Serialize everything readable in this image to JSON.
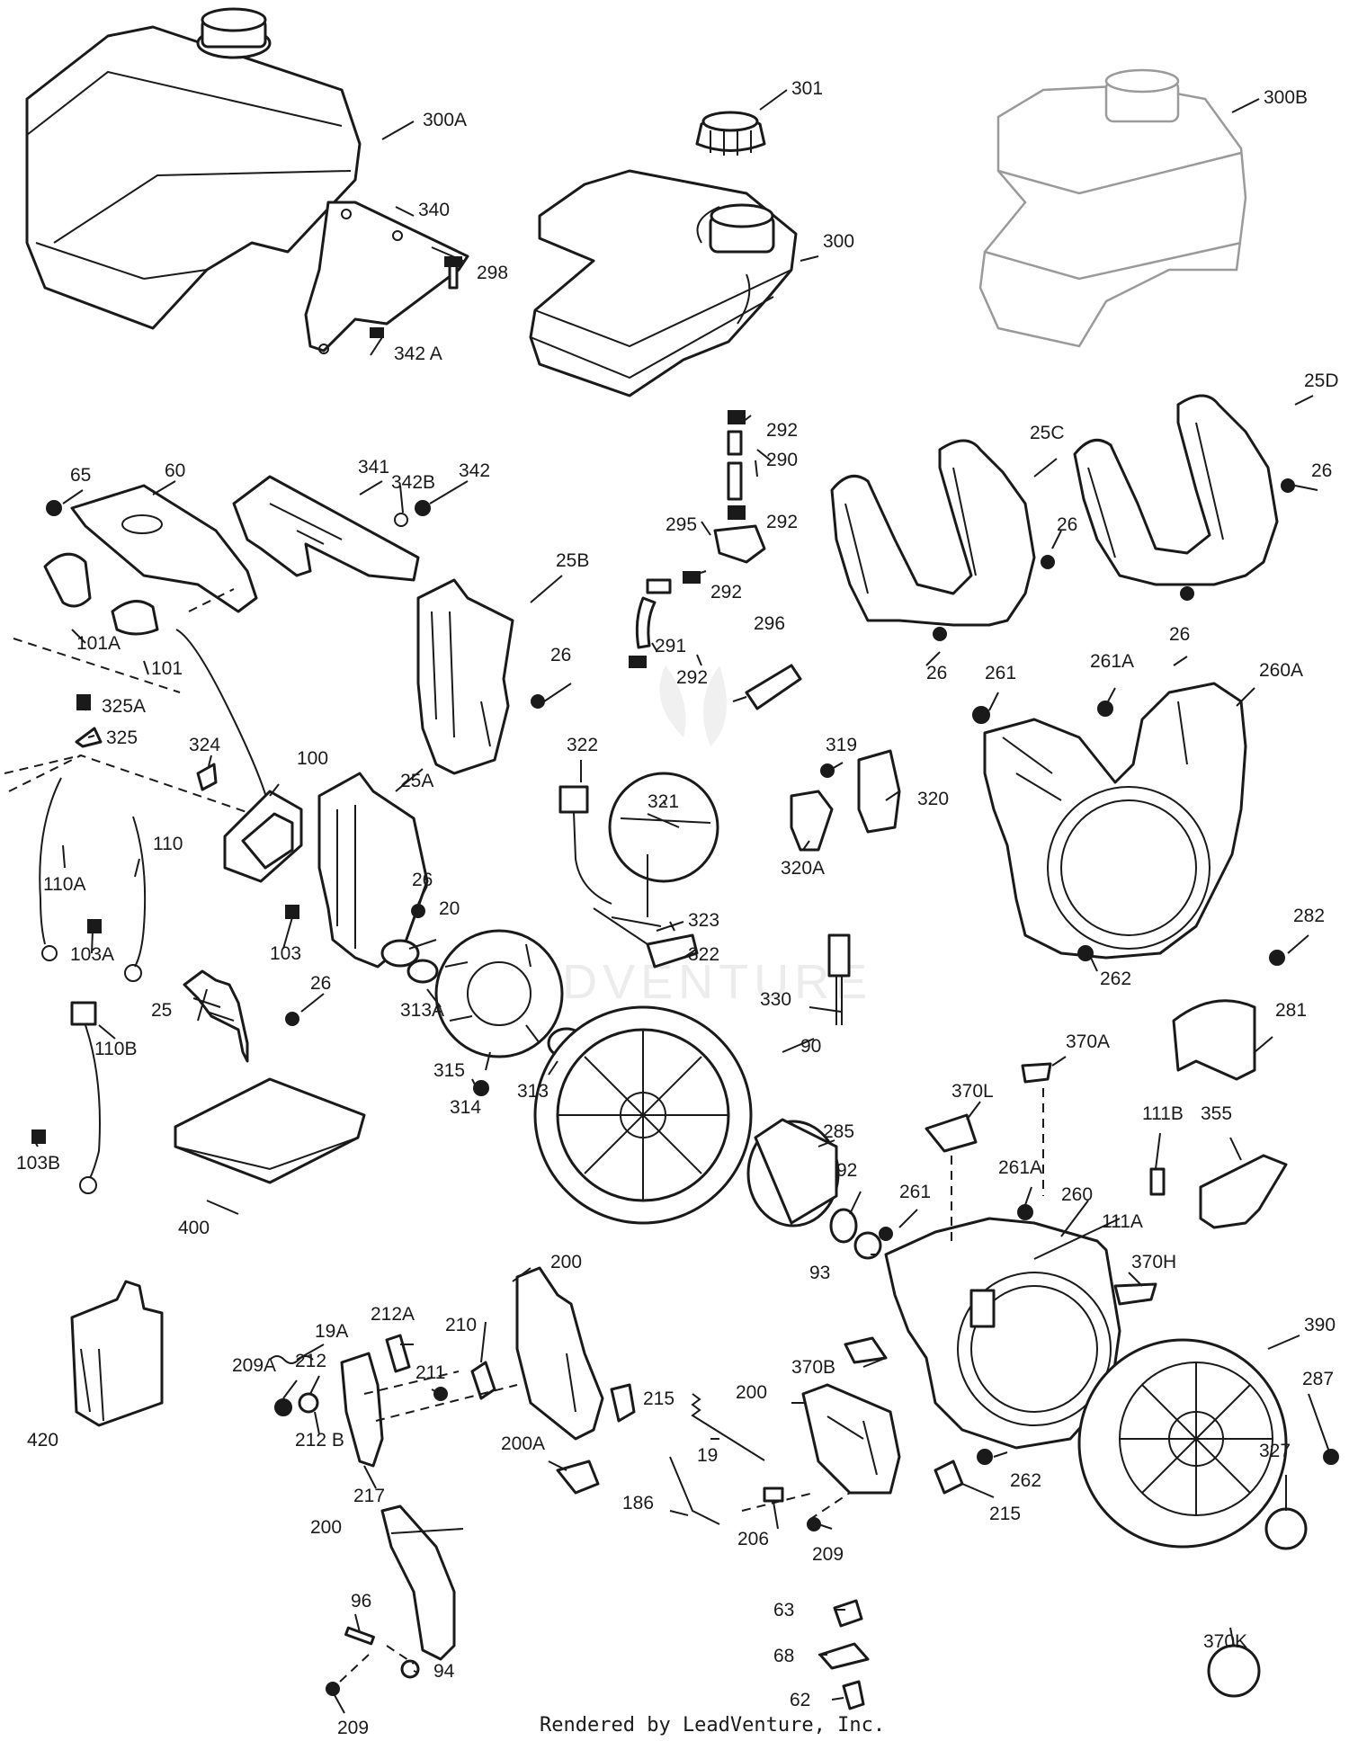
{
  "watermark": "LEADVENTURE",
  "footer": "Rendered by LeadVenture, Inc.",
  "parts": {
    "p300A": "300A",
    "p301": "301",
    "p300B": "300B",
    "p340": "340",
    "p298": "298",
    "p300": "300",
    "p342A": "342 A",
    "p25D": "25D",
    "p292a": "292",
    "p290": "290",
    "p65": "65",
    "p60": "60",
    "p341": "341",
    "p342B": "342B",
    "p342": "342",
    "p25C": "25C",
    "p26a": "26",
    "p26b": "26",
    "p292b": "292",
    "p295": "295",
    "p292c": "292",
    "p25B": "25B",
    "p101A": "101A",
    "p101": "101",
    "p291": "291",
    "p296": "296",
    "p26c": "26",
    "p26d": "26",
    "p292d": "292",
    "p26e": "26",
    "p325A": "325A",
    "p325": "325",
    "p324": "324",
    "p261": "261",
    "p261A": "261A",
    "p260A": "260A",
    "p322a": "322",
    "p319": "319",
    "p321": "321",
    "p320": "320",
    "p100": "100",
    "p25A": "25A",
    "p320A": "320A",
    "p110A": "110A",
    "p110": "110",
    "p26f": "26",
    "p20": "20",
    "p323": "323",
    "p282": "282",
    "p103A": "103A",
    "p103": "103",
    "p322b": "322",
    "p262a": "262",
    "p26g": "26",
    "p313A": "313A",
    "p25": "25",
    "p330": "330",
    "p110B": "110B",
    "p281": "281",
    "p90": "90",
    "p370A": "370A",
    "p315": "315",
    "p313": "313",
    "p314": "314",
    "p370L": "370L",
    "p111B": "111B",
    "p355": "355",
    "p103B": "103B",
    "p285": "285",
    "p92": "92",
    "p261A2": "261A",
    "p261b": "261",
    "p260": "260",
    "p111A": "111A",
    "p400": "400",
    "p93": "93",
    "p370H": "370H",
    "p200a": "200",
    "p19A": "19A",
    "p212A": "212A",
    "p210": "210",
    "p390": "390",
    "p209A": "209A",
    "p212": "212",
    "p211": "211",
    "p370B": "370B",
    "p287": "287",
    "p215a": "215",
    "p200b": "200",
    "p212B": "212 B",
    "p327": "327",
    "p420": "420",
    "p200A": "200A",
    "p19": "19",
    "p262b": "262",
    "p217": "217",
    "p186": "186",
    "p215b": "215",
    "p206": "206",
    "p209a": "209",
    "p370K": "370K",
    "p200c": "200",
    "p96": "96",
    "p63": "63",
    "p68": "68",
    "p94": "94",
    "p62": "62",
    "p209b": "209"
  }
}
